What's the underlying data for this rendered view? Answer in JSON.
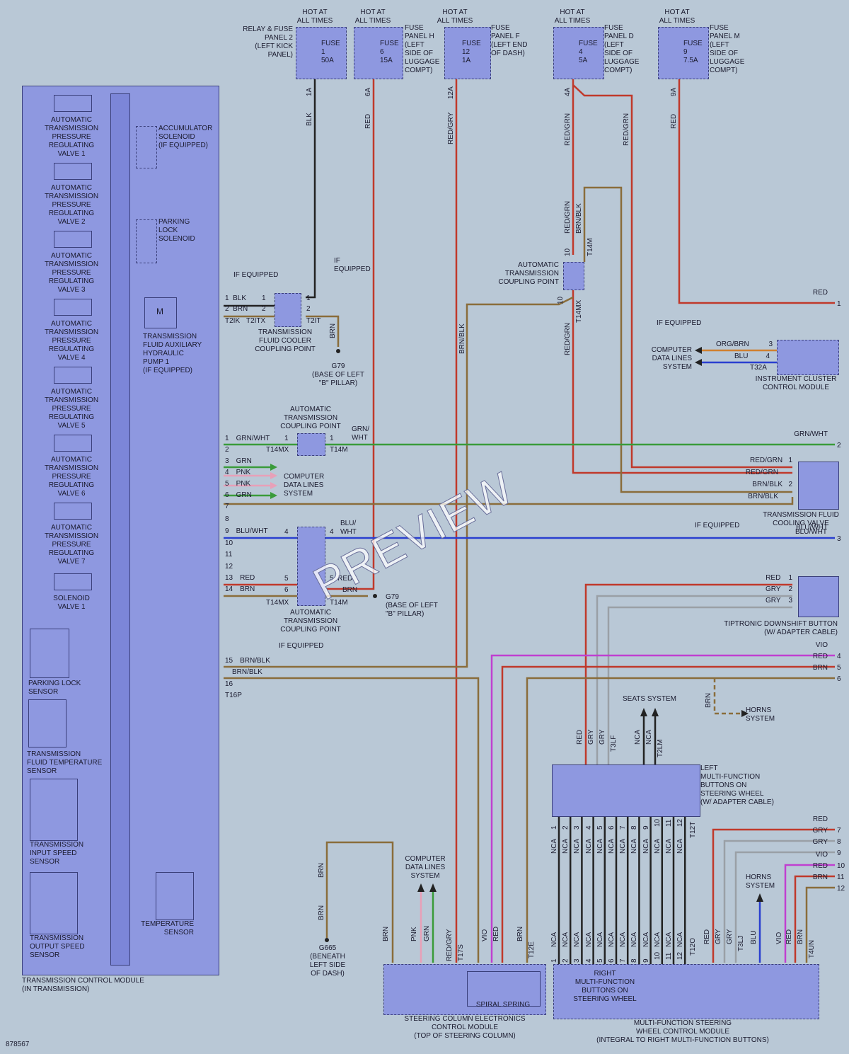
{
  "fuses": [
    {
      "hot": "HOT AT\nALL TIMES",
      "fuse": "FUSE\n1\n50A",
      "panel": "RELAY & FUSE\nPANEL 2\n(LEFT KICK\nPANEL)",
      "pin": "1A",
      "wire": "BLK"
    },
    {
      "hot": "HOT AT\nALL TIMES",
      "fuse": "FUSE\n6\n15A",
      "panel": "FUSE\nPANEL H\n(LEFT\nSIDE OF\nLUGGAGE\nCOMPT)",
      "pin": "6A",
      "wire": "RED"
    },
    {
      "hot": "HOT AT\nALL TIMES",
      "fuse": "FUSE\n12\n1A",
      "panel": "FUSE\nPANEL F\n(LEFT END\nOF DASH)",
      "pin": "12A",
      "wire": "RED/GRY"
    },
    {
      "hot": "HOT AT\nALL TIMES",
      "fuse": "FUSE\n4\n5A",
      "panel": "FUSE\nPANEL D\n(LEFT\nSIDE OF\nLUGGAGE\nCOMPT)",
      "pin": "4A",
      "wire": "RED/GRN"
    },
    {
      "hot": "HOT AT\nALL TIMES",
      "fuse": "FUSE\n9\n7.5A",
      "panel": "FUSE\nPANEL M\n(LEFT\nSIDE OF\nLUGGAGE\nCOMPT)",
      "pin": "9A",
      "wire": "RED"
    }
  ],
  "tcm": {
    "valves": [
      "AUTOMATIC\nTRANSMISSION\nPRESSURE\nREGULATING\nVALVE 1",
      "AUTOMATIC\nTRANSMISSION\nPRESSURE\nREGULATING\nVALVE 2",
      "AUTOMATIC\nTRANSMISSION\nPRESSURE\nREGULATING\nVALVE 3",
      "AUTOMATIC\nTRANSMISSION\nPRESSURE\nREGULATING\nVALVE 4",
      "AUTOMATIC\nTRANSMISSION\nPRESSURE\nREGULATING\nVALVE 5",
      "AUTOMATIC\nTRANSMISSION\nPRESSURE\nREGULATING\nVALVE 6",
      "AUTOMATIC\nTRANSMISSION\nPRESSURE\nREGULATING\nVALVE 7",
      "SOLENOID\nVALVE 1"
    ],
    "accumulator": "ACCUMULATOR\nSOLENOID\n(IF EQUIPPED)",
    "parking_lock": "PARKING\nLOCK\nSOLENOID",
    "pump": "TRANSMISSION\nFLUID AUXILIARY\nHYDRAULIC\nPUMP 1\n(IF EQUIPPED)",
    "parking_sensor": "PARKING LOCK\nSENSOR",
    "temp_sensor": "TRANSMISSION\nFLUID TEMPERATURE\nSENSOR",
    "input_speed": "TRANSMISSION\nINPUT SPEED\nSENSOR",
    "output_speed": "TRANSMISSION\nOUTPUT SPEED\nSENSOR",
    "temperature": "TEMPERATURE\nSENSOR",
    "title": "TRANSMISSION CONTROL MODULE\n(IN TRANSMISSION)"
  },
  "pins_left": [
    {
      "n": "1",
      "w": "BLK"
    },
    {
      "n": "2",
      "w": "BRN"
    },
    {
      "n": "T2IK",
      "w": ""
    }
  ],
  "tcm_pins": [
    {
      "n": "1",
      "w": "GRN/WHT"
    },
    {
      "n": "2",
      "w": ""
    },
    {
      "n": "3",
      "w": "GRN"
    },
    {
      "n": "4",
      "w": "PNK"
    },
    {
      "n": "5",
      "w": "PNK"
    },
    {
      "n": "6",
      "w": "GRN"
    },
    {
      "n": "7",
      "w": ""
    },
    {
      "n": "8",
      "w": ""
    },
    {
      "n": "9",
      "w": "BLU/WHT"
    },
    {
      "n": "10",
      "w": ""
    },
    {
      "n": "11",
      "w": ""
    },
    {
      "n": "12",
      "w": ""
    },
    {
      "n": "13",
      "w": "RED"
    },
    {
      "n": "14",
      "w": "BRN"
    },
    {
      "n": "15",
      "w": "BRN/BLK"
    },
    {
      "n": "",
      "w": "BRN/BLK"
    },
    {
      "n": "16",
      "w": ""
    },
    {
      "n": "T16P",
      "w": ""
    }
  ],
  "labels": {
    "if_equipped": "IF EQUIPPED",
    "if_equipped2": "IF\nEQUIPPED",
    "cooler_cp": "TRANSMISSION\nFLUID COOLER\nCOUPLING POINT",
    "g79a": "G79\n(BASE OF LEFT\n\"B\" PILLAR)",
    "g79b": "G79\n(BASE OF LEFT\n\"B\" PILLAR)",
    "atcp1": "AUTOMATIC\nTRANSMISSION\nCOUPLING POINT",
    "atcp2": "AUTOMATIC\nTRANSMISSION\nCOUPLING POINT",
    "atcp3": "AUTOMATIC\nTRANSMISSION\nCOUPLING POINT",
    "data_lines": "COMPUTER\nDATA LINES\nSYSTEM",
    "data_lines2": "COMPUTER\nDATA LINES\nSYSTEM",
    "data_lines3": "COMPUTER\nDATA LINES\nSYSTEM",
    "instrument": "INSTRUMENT CLUSTER\nCONTROL MODULE",
    "cooling_valve": "TRANSMISSION FLUID\nCOOLING VALVE",
    "tiptronic": "TIPTRONIC DOWNSHIFT BUTTON\n(W/ ADAPTER CABLE)",
    "seats": "SEATS SYSTEM",
    "horns": "HORNS\nSYSTEM",
    "horns2": "HORNS\nSYSTEM",
    "left_mfb": "LEFT\nMULTI-FUNCTION\nBUTTONS ON\nSTEERING WHEEL\n(W/ ADAPTER CABLE)",
    "right_mfb": "RIGHT\nMULTI-FUNCTION\nBUTTONS ON\nSTEERING WHEEL",
    "mfsw": "MULTI-FUNCTION STEERING\nWHEEL CONTROL MODULE\n(INTEGRAL TO RIGHT MULTI-FUNCTION BUTTONS)",
    "scem": "STEERING COLUMN ELECTRONICS\nCONTROL MODULE\n(TOP OF STEERING COLUMN)",
    "spiral": "SPIRAL SPRING",
    "g665": "G665\n(BENEATH\nLEFT SIDE\nOF DASH)",
    "diagram_id": "878567",
    "t2it": "T2IT",
    "t2itx": "T2ITX",
    "t14mx": "T14MX",
    "t14m": "T14M",
    "t32a": "T32A",
    "t3lf": "T3LF",
    "t2lm": "T2LM",
    "t12t": "T12T",
    "t12o": "T12O",
    "t3lj": "T3LJ",
    "t4un": "T4UN",
    "t17s": "T17S",
    "t12e": "T12E",
    "watermark": "PREVIEW"
  },
  "right_edge": [
    {
      "n": "1",
      "w": "RED"
    },
    {
      "n": "2",
      "w": "GRN/WHT"
    },
    {
      "n": "3",
      "w": "BLU/WHT"
    },
    {
      "n": "4",
      "w": "VIO"
    },
    {
      "n": "5",
      "w": "RED"
    },
    {
      "n": "6",
      "w": "BRN"
    },
    {
      "n": "7",
      "w": "RED"
    },
    {
      "n": "8",
      "w": "GRY"
    },
    {
      "n": "9",
      "w": "GRY"
    },
    {
      "n": "10",
      "w": "VIO"
    },
    {
      "n": "11",
      "w": "RED"
    },
    {
      "n": "12",
      "w": "BRN"
    }
  ],
  "ic_pins": [
    {
      "w": "ORG/BRN",
      "n": "3"
    },
    {
      "w": "BLU",
      "n": "4"
    }
  ],
  "cooling_pins": [
    {
      "w": "RED/GRN",
      "n": "1"
    },
    {
      "w": "RED/GRN",
      "n": ""
    },
    {
      "w": "BRN/BLK",
      "n": "2"
    },
    {
      "w": "BRN/BLK",
      "n": ""
    }
  ],
  "tip_pins": [
    {
      "w": "RED",
      "n": "1"
    },
    {
      "w": "GRY",
      "n": "2"
    },
    {
      "w": "GRY",
      "n": "3"
    }
  ],
  "nca": "NCA",
  "colors": {
    "red": "#c0392b",
    "blk": "#222222",
    "brn": "#8a6d3b",
    "grn": "#3a9b3a",
    "pnk": "#e8a0b8",
    "blu": "#2a3fd0",
    "gry": "#9aa0a6",
    "vio": "#c040d0",
    "org": "#d08030",
    "box": "#8e98e0",
    "bg": "#b9c8d6"
  }
}
